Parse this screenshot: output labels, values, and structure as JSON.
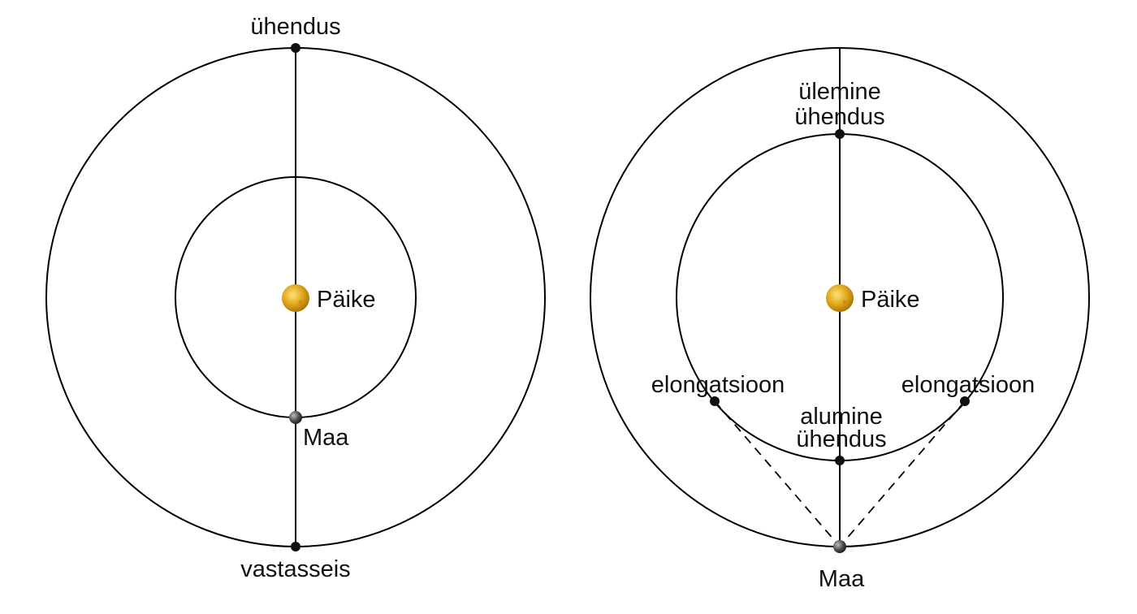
{
  "colors": {
    "sun": "#e0a819",
    "sun_highlight": "#ffd54f",
    "earth": "#4a4a4a",
    "lines": "#000000",
    "background": "#ffffff"
  },
  "left_diagram": {
    "conjunction_label": "ühendus",
    "sun_label": "Päike",
    "earth_label": "Maa",
    "opposition_label": "vastasseis"
  },
  "right_diagram": {
    "superior_conjunction_label_line1": "ülemine",
    "superior_conjunction_label_line2": "ühendus",
    "sun_label": "Päike",
    "left_elongation_label": "elongatsioon",
    "right_elongation_label": "elongatsioon",
    "inferior_conjunction_label_line1": "alumine",
    "inferior_conjunction_label_line2": "ühendus",
    "earth_label": "Maa"
  }
}
